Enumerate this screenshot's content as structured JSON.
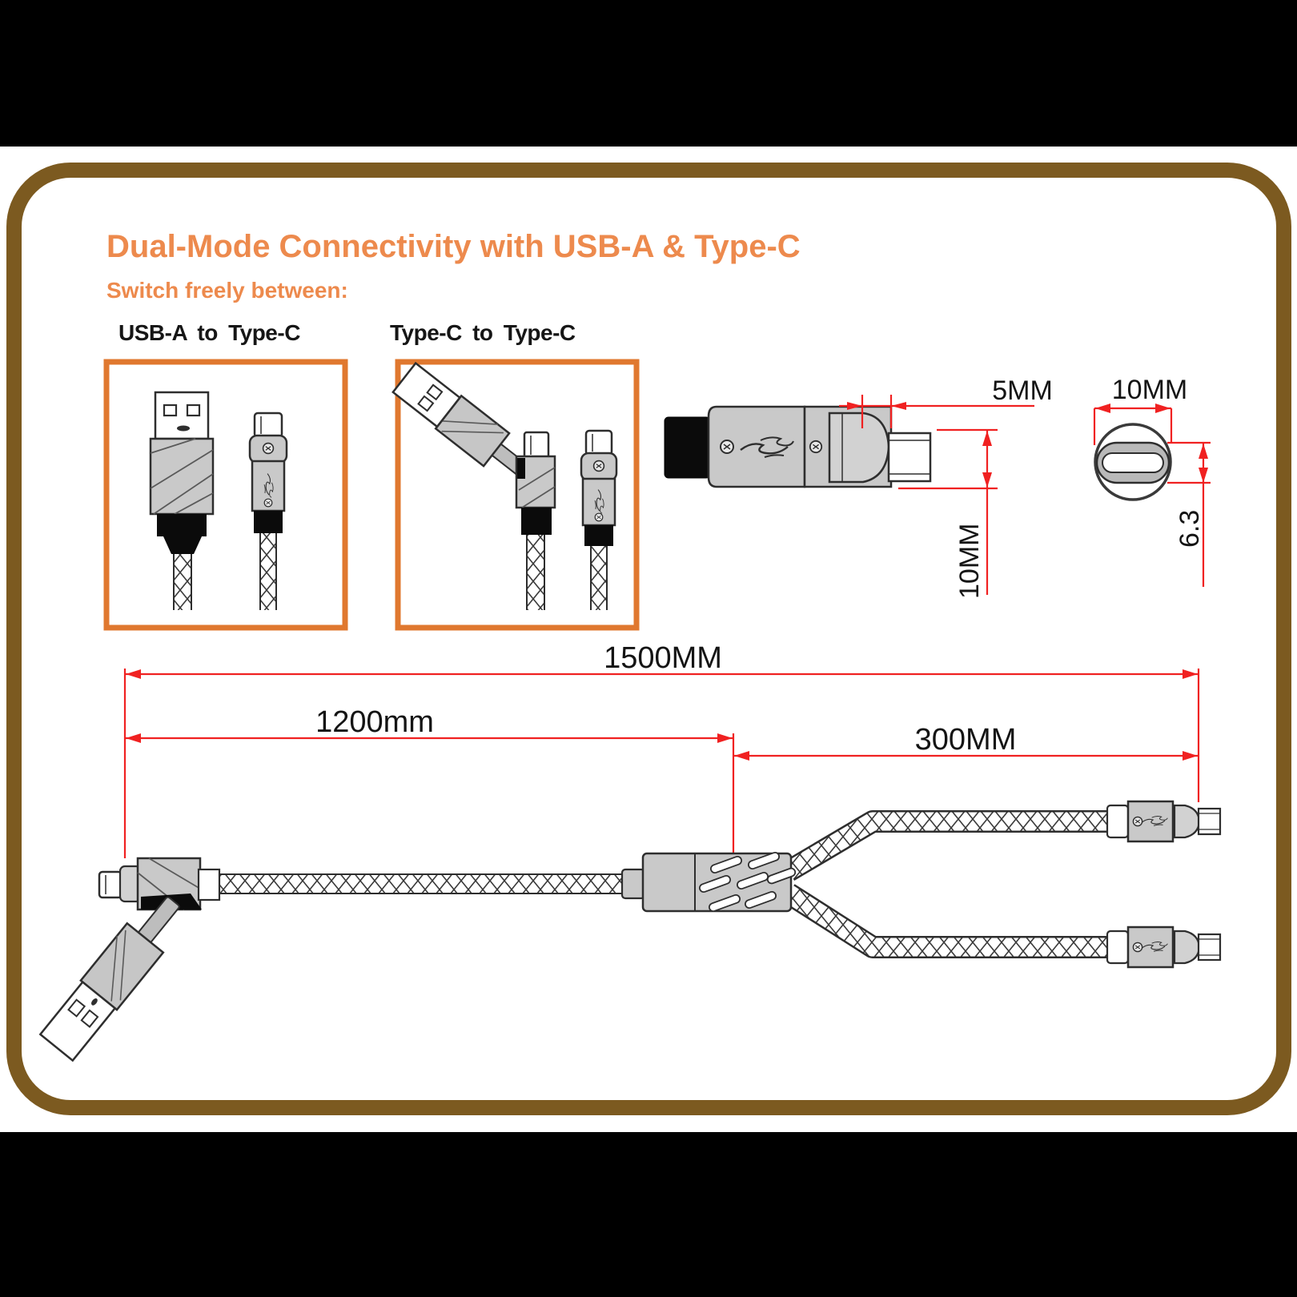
{
  "header": {
    "title": "Dual-Mode Connectivity with USB-A & Type-C",
    "subtitle": "Switch freely between:"
  },
  "modes": {
    "option1_label": "USB-A to Type-C",
    "option2_label": "Type-C to Type-C"
  },
  "connector_dims": {
    "neck_length": "5MM",
    "body_height": "10MM",
    "plug_width": "10MM",
    "plug_thickness": "6.3"
  },
  "cable_dims": {
    "total_length": "1500MM",
    "main_segment": "1200mm",
    "branch_segment": "300MM"
  },
  "colors": {
    "accent_orange": "#ed8a4d",
    "box_border_orange": "#e0782f",
    "frame_brown": "#7c5a20",
    "dimension_red": "#f02121",
    "connector_gray": "#c9c9c9",
    "line_dark": "#2e2e2e"
  }
}
